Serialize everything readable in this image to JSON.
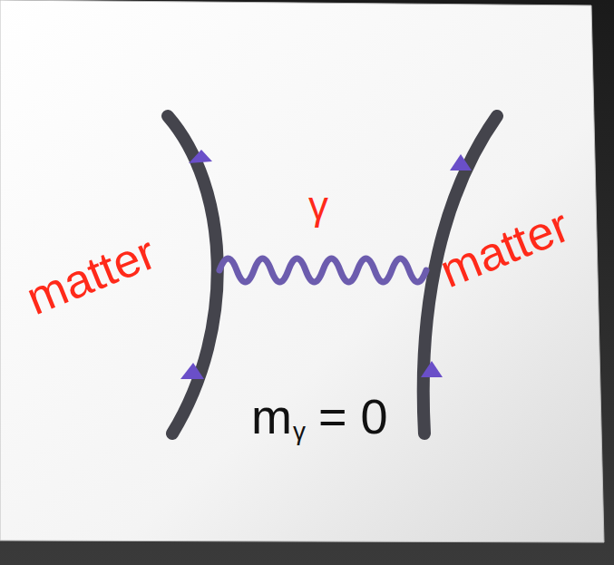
{
  "diagram": {
    "labels": [
      "matter",
      "γ",
      "matter",
      "m",
      "γ",
      "= 0"
    ]
  }
}
